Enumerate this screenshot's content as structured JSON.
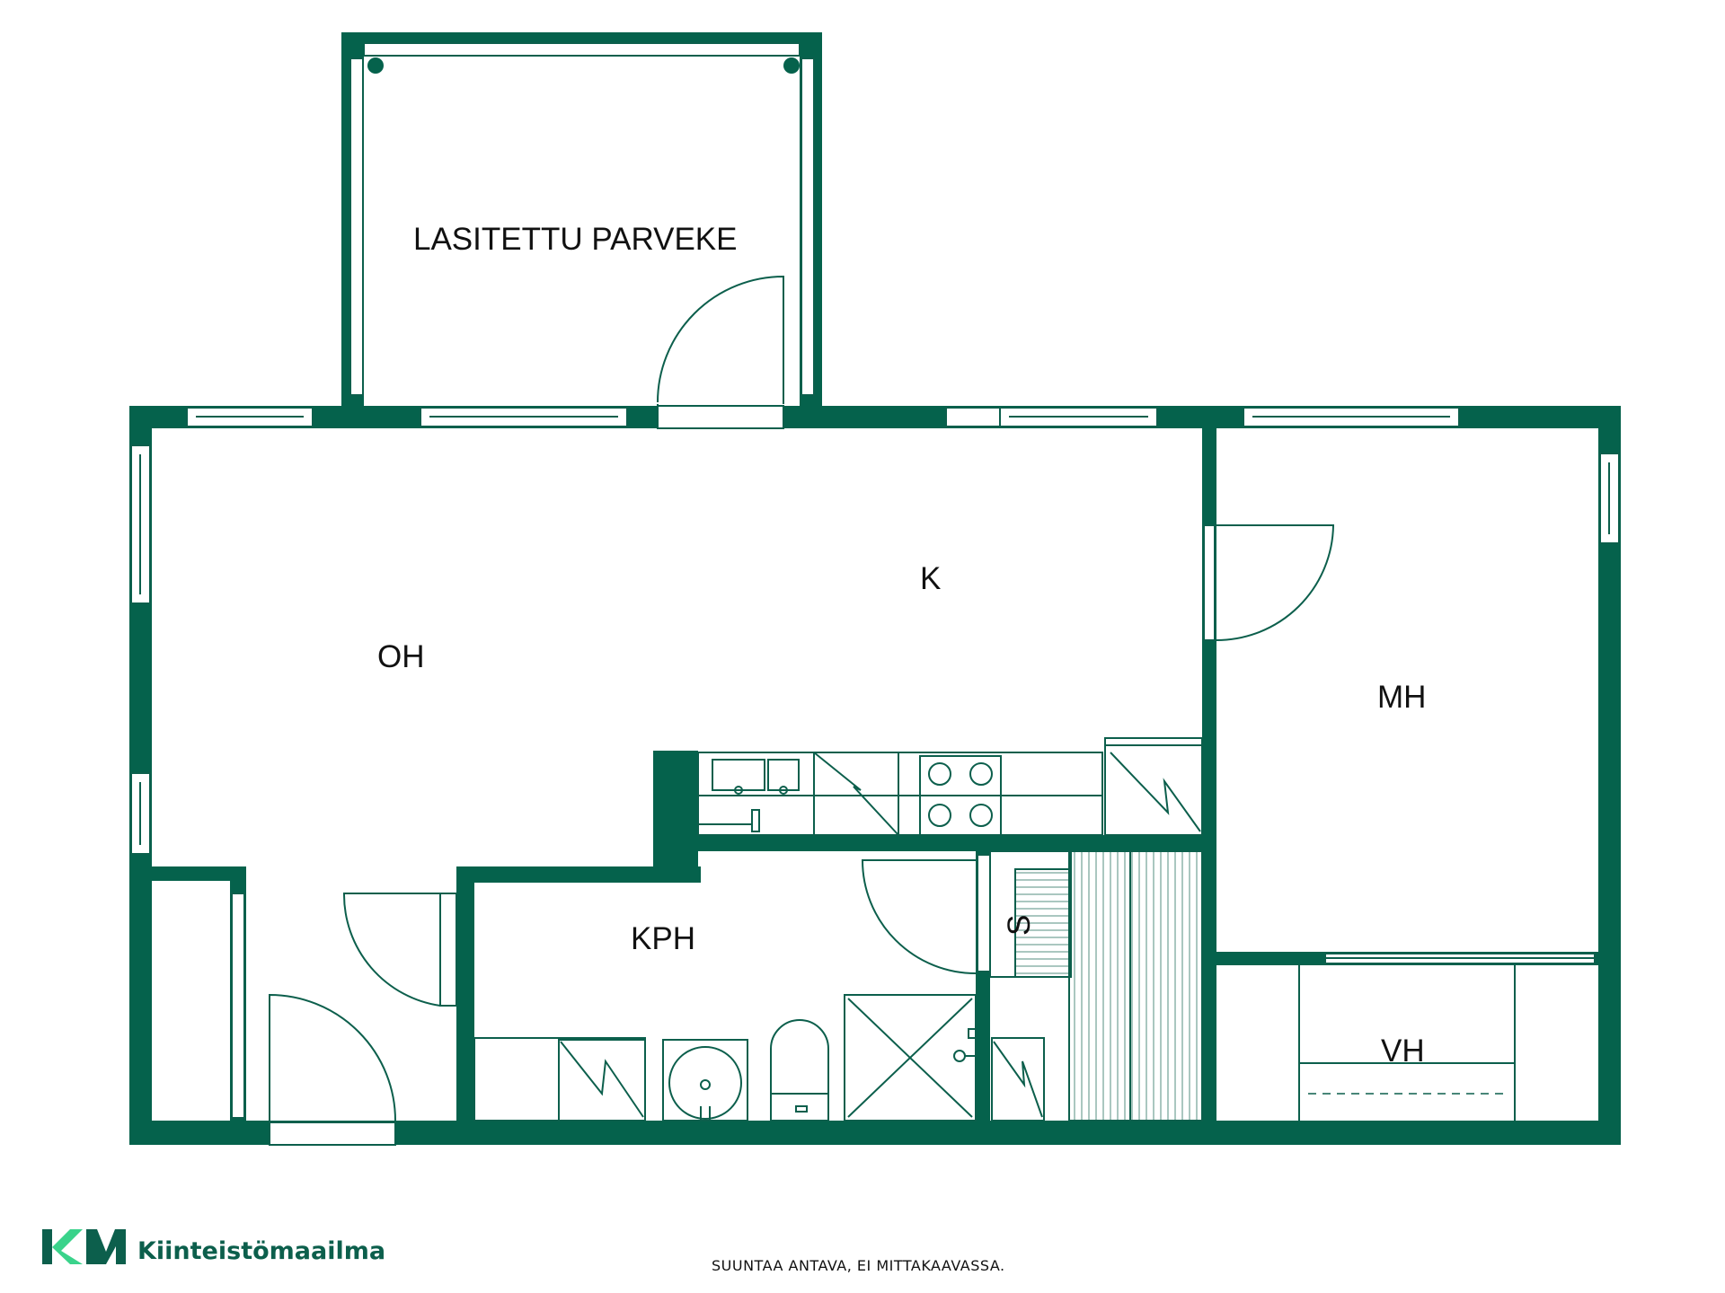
{
  "colors": {
    "wall": "#05624c",
    "fixture": "#0c5f4c",
    "text": "#111111",
    "brand_light": "#3ad38b",
    "brand_dark": "#0c5f4c"
  },
  "rooms": {
    "balcony": "LASITETTU PARVEKE",
    "living": "OH",
    "kitchen": "K",
    "bedroom": "MH",
    "bathroom": "KPH",
    "sauna": "S",
    "wardrobe": "VH"
  },
  "note": "SUUNTAA ANTAVA, EI MITTAKAAVASSA.",
  "brand": {
    "name": "Kiinteistömaailma",
    "logo_icon": "km-logo-icon"
  }
}
